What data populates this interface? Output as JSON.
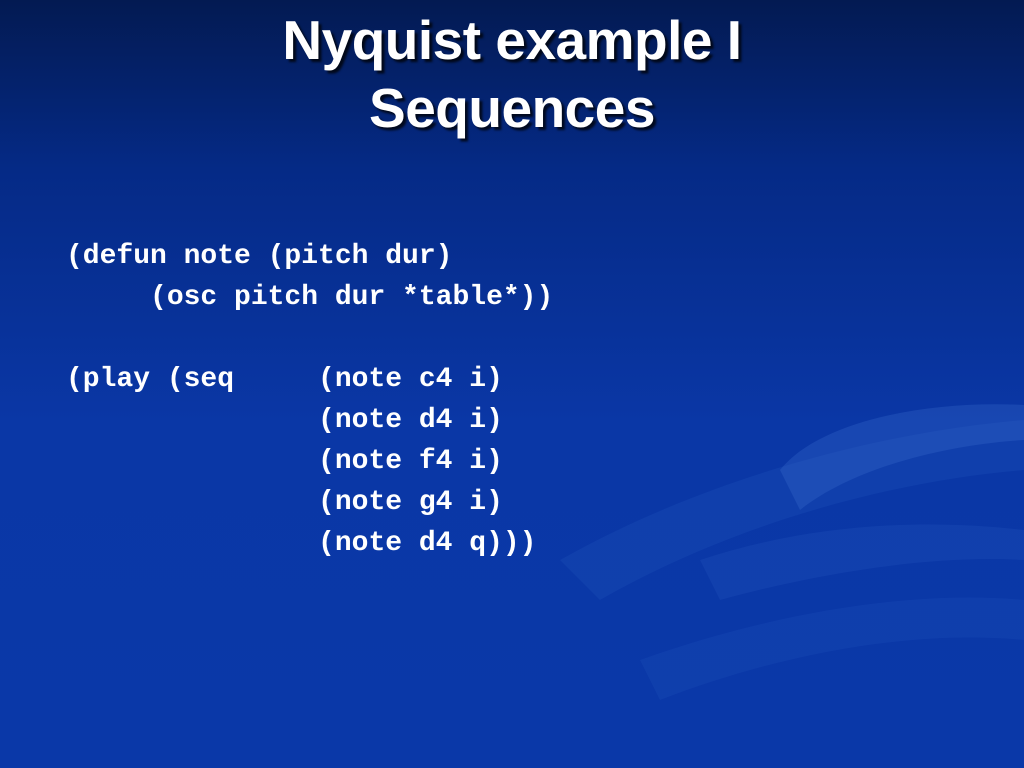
{
  "slide": {
    "title_line_1": "Nyquist example I",
    "title_line_2": "Sequences",
    "code_lines": [
      "(defun note (pitch dur)",
      "     (osc pitch dur *table*))",
      "",
      "(play (seq     (note c4 i)",
      "               (note d4 i)",
      "               (note f4 i)",
      "               (note g4 i)",
      "               (note d4 q)))"
    ]
  },
  "colors": {
    "background_top": "#031a52",
    "background_bottom": "#0a38a8",
    "text": "#ffffff"
  }
}
